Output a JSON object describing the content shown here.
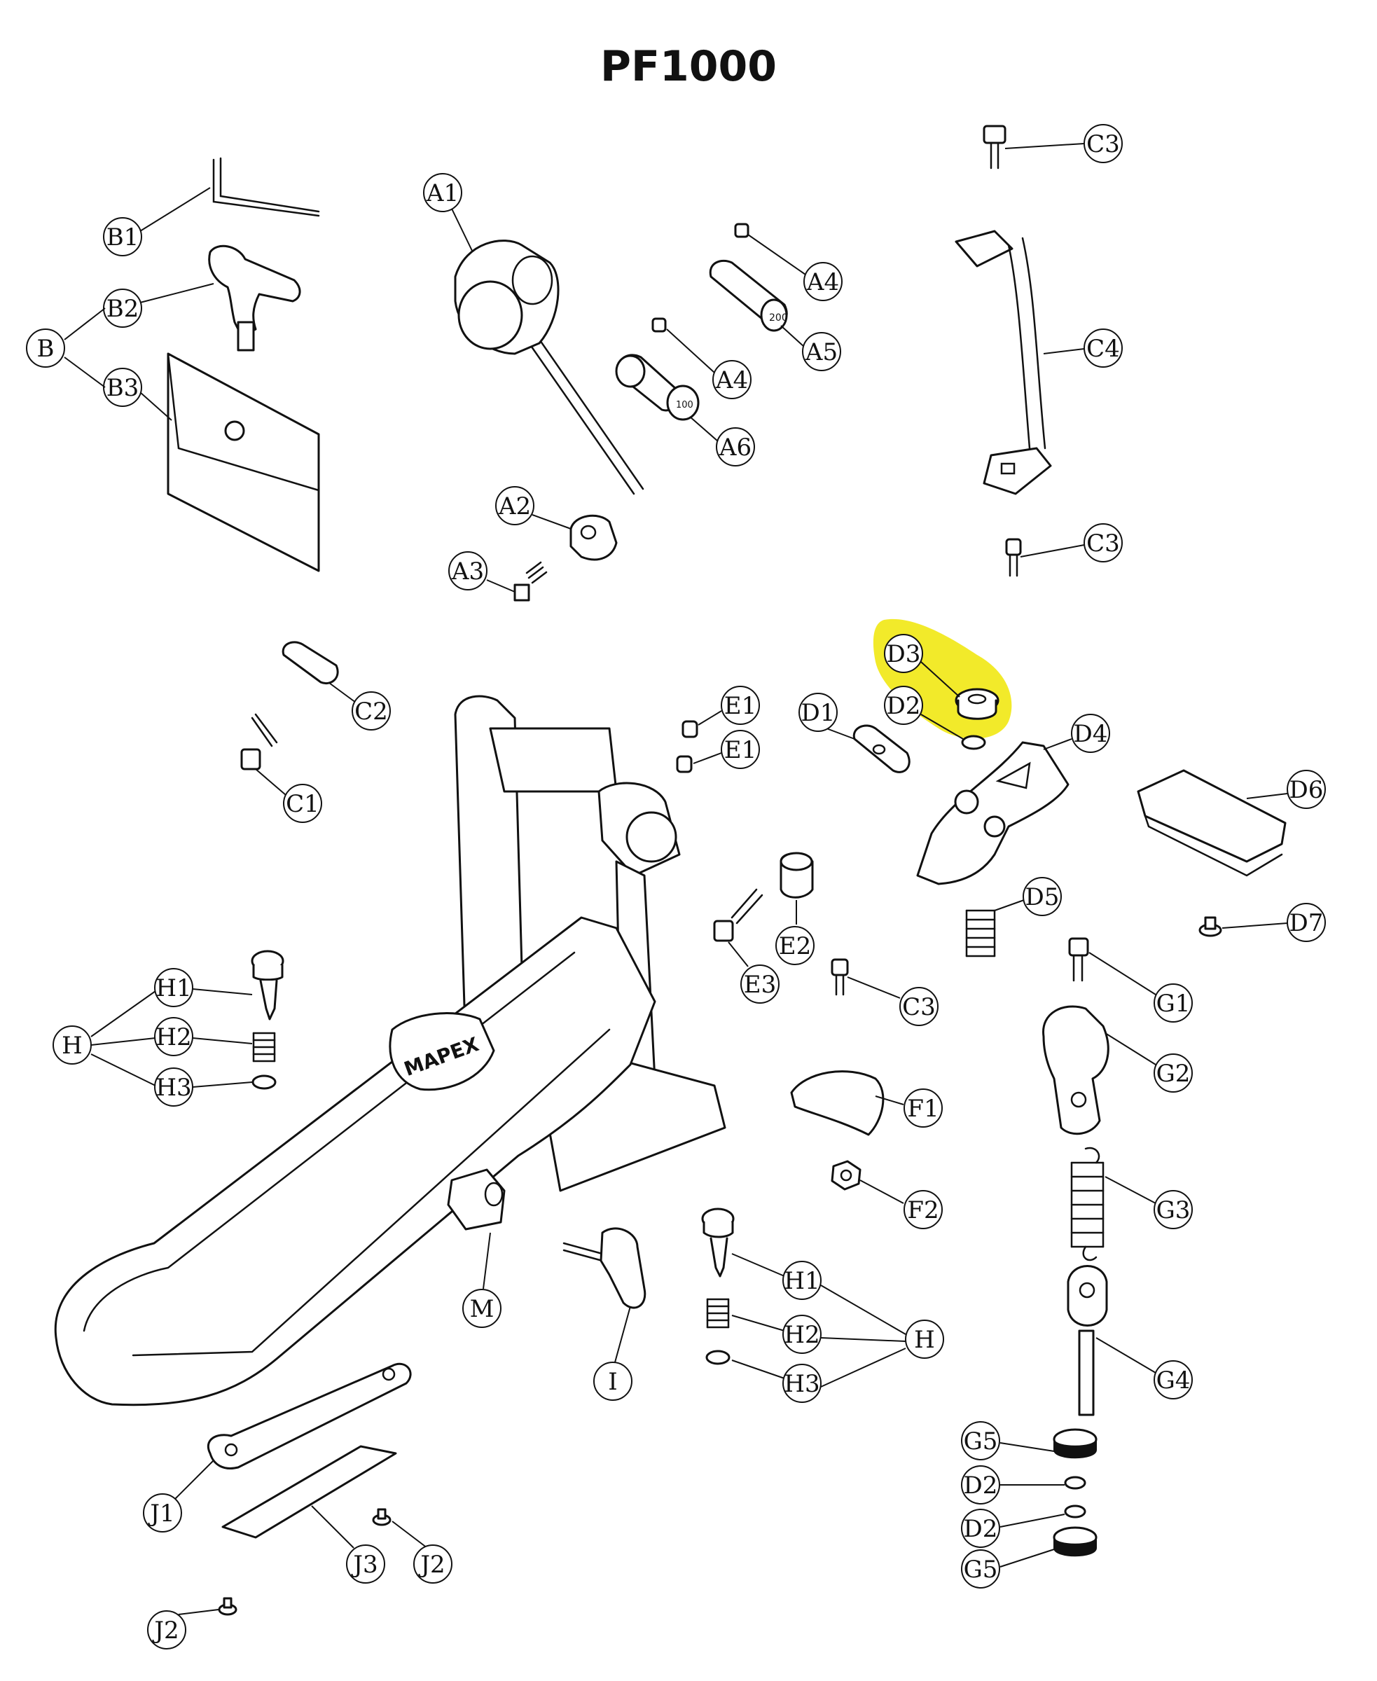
{
  "title": "PF1000",
  "brand_mark": "MAPEX",
  "highlight_color": "#f2ea2a",
  "callouts": {
    "B1": "B1",
    "B2": "B2",
    "B3": "B3",
    "B": "B",
    "A1": "A1",
    "A2": "A2",
    "A3": "A3",
    "A4a": "A4",
    "A4b": "A4",
    "A5": "A5",
    "A6": "A6",
    "A5_marking": "200",
    "A6_marking": "100",
    "C1": "C1",
    "C2": "C2",
    "C3a": "C3",
    "C3b": "C3",
    "C3c": "C3",
    "C4": "C4",
    "D1": "D1",
    "D2a": "D2",
    "D3": "D3",
    "D4": "D4",
    "D5": "D5",
    "D6": "D6",
    "D7": "D7",
    "E1a": "E1",
    "E1b": "E1",
    "E2": "E2",
    "E3": "E3",
    "F1": "F1",
    "F2": "F2",
    "G1": "G1",
    "G2": "G2",
    "G3": "G3",
    "G4": "G4",
    "G5a": "G5",
    "D2b": "D2",
    "D2c": "D2",
    "G5b": "G5",
    "H1a": "H1",
    "H2a": "H2",
    "H3a": "H3",
    "Ha": "H",
    "H1b": "H1",
    "H2b": "H2",
    "H3b": "H3",
    "Hb": "H",
    "M": "M",
    "I": "I",
    "J1": "J1",
    "J2a": "J2",
    "J2b": "J2",
    "J3": "J3"
  }
}
